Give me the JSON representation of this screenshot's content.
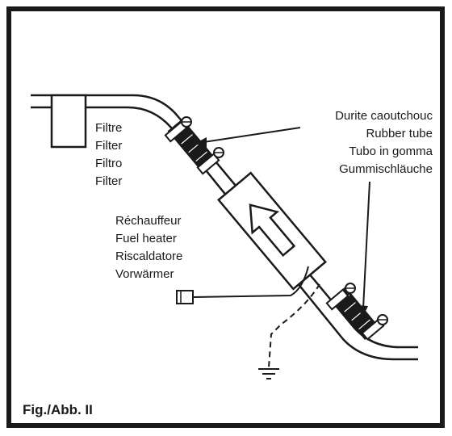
{
  "figure_label": "Fig./Abb. II",
  "labels": {
    "filter": [
      "Filtre",
      "Filter",
      "Filtro",
      "Filter"
    ],
    "rubber_tube": [
      "Durite caoutchouc",
      "Rubber tube",
      "Tubo in gomma",
      "Gummischläuche"
    ],
    "fuel_heater": [
      "Réchauffeur",
      "Fuel heater",
      "Riscaldatore",
      "Vorwärmer"
    ]
  },
  "colors": {
    "ink": "#1a1a1a",
    "paper": "#ffffff"
  }
}
